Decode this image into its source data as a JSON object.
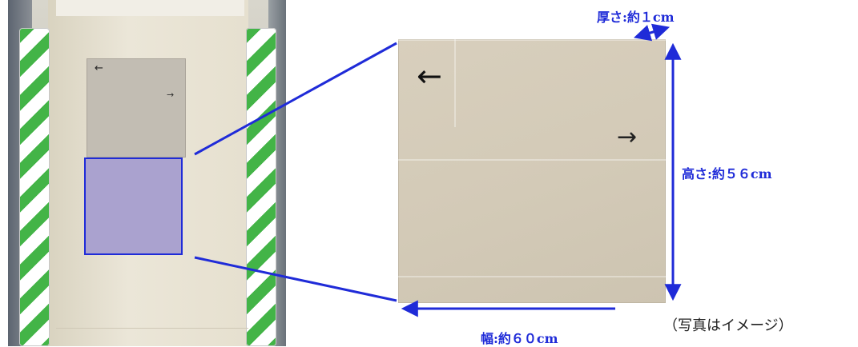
{
  "labels": {
    "thickness": "厚さ:約１cm",
    "height": "高さ:約５６cm",
    "width": "幅:約６０cm"
  },
  "caption": "（写真はイメージ）",
  "signs": {
    "left_arrow": "←",
    "right_arrow": "→"
  },
  "colors": {
    "annotation": "#1f2bd8",
    "highlight_fill": "#aaa2cf",
    "guard_green": "#43b447"
  }
}
